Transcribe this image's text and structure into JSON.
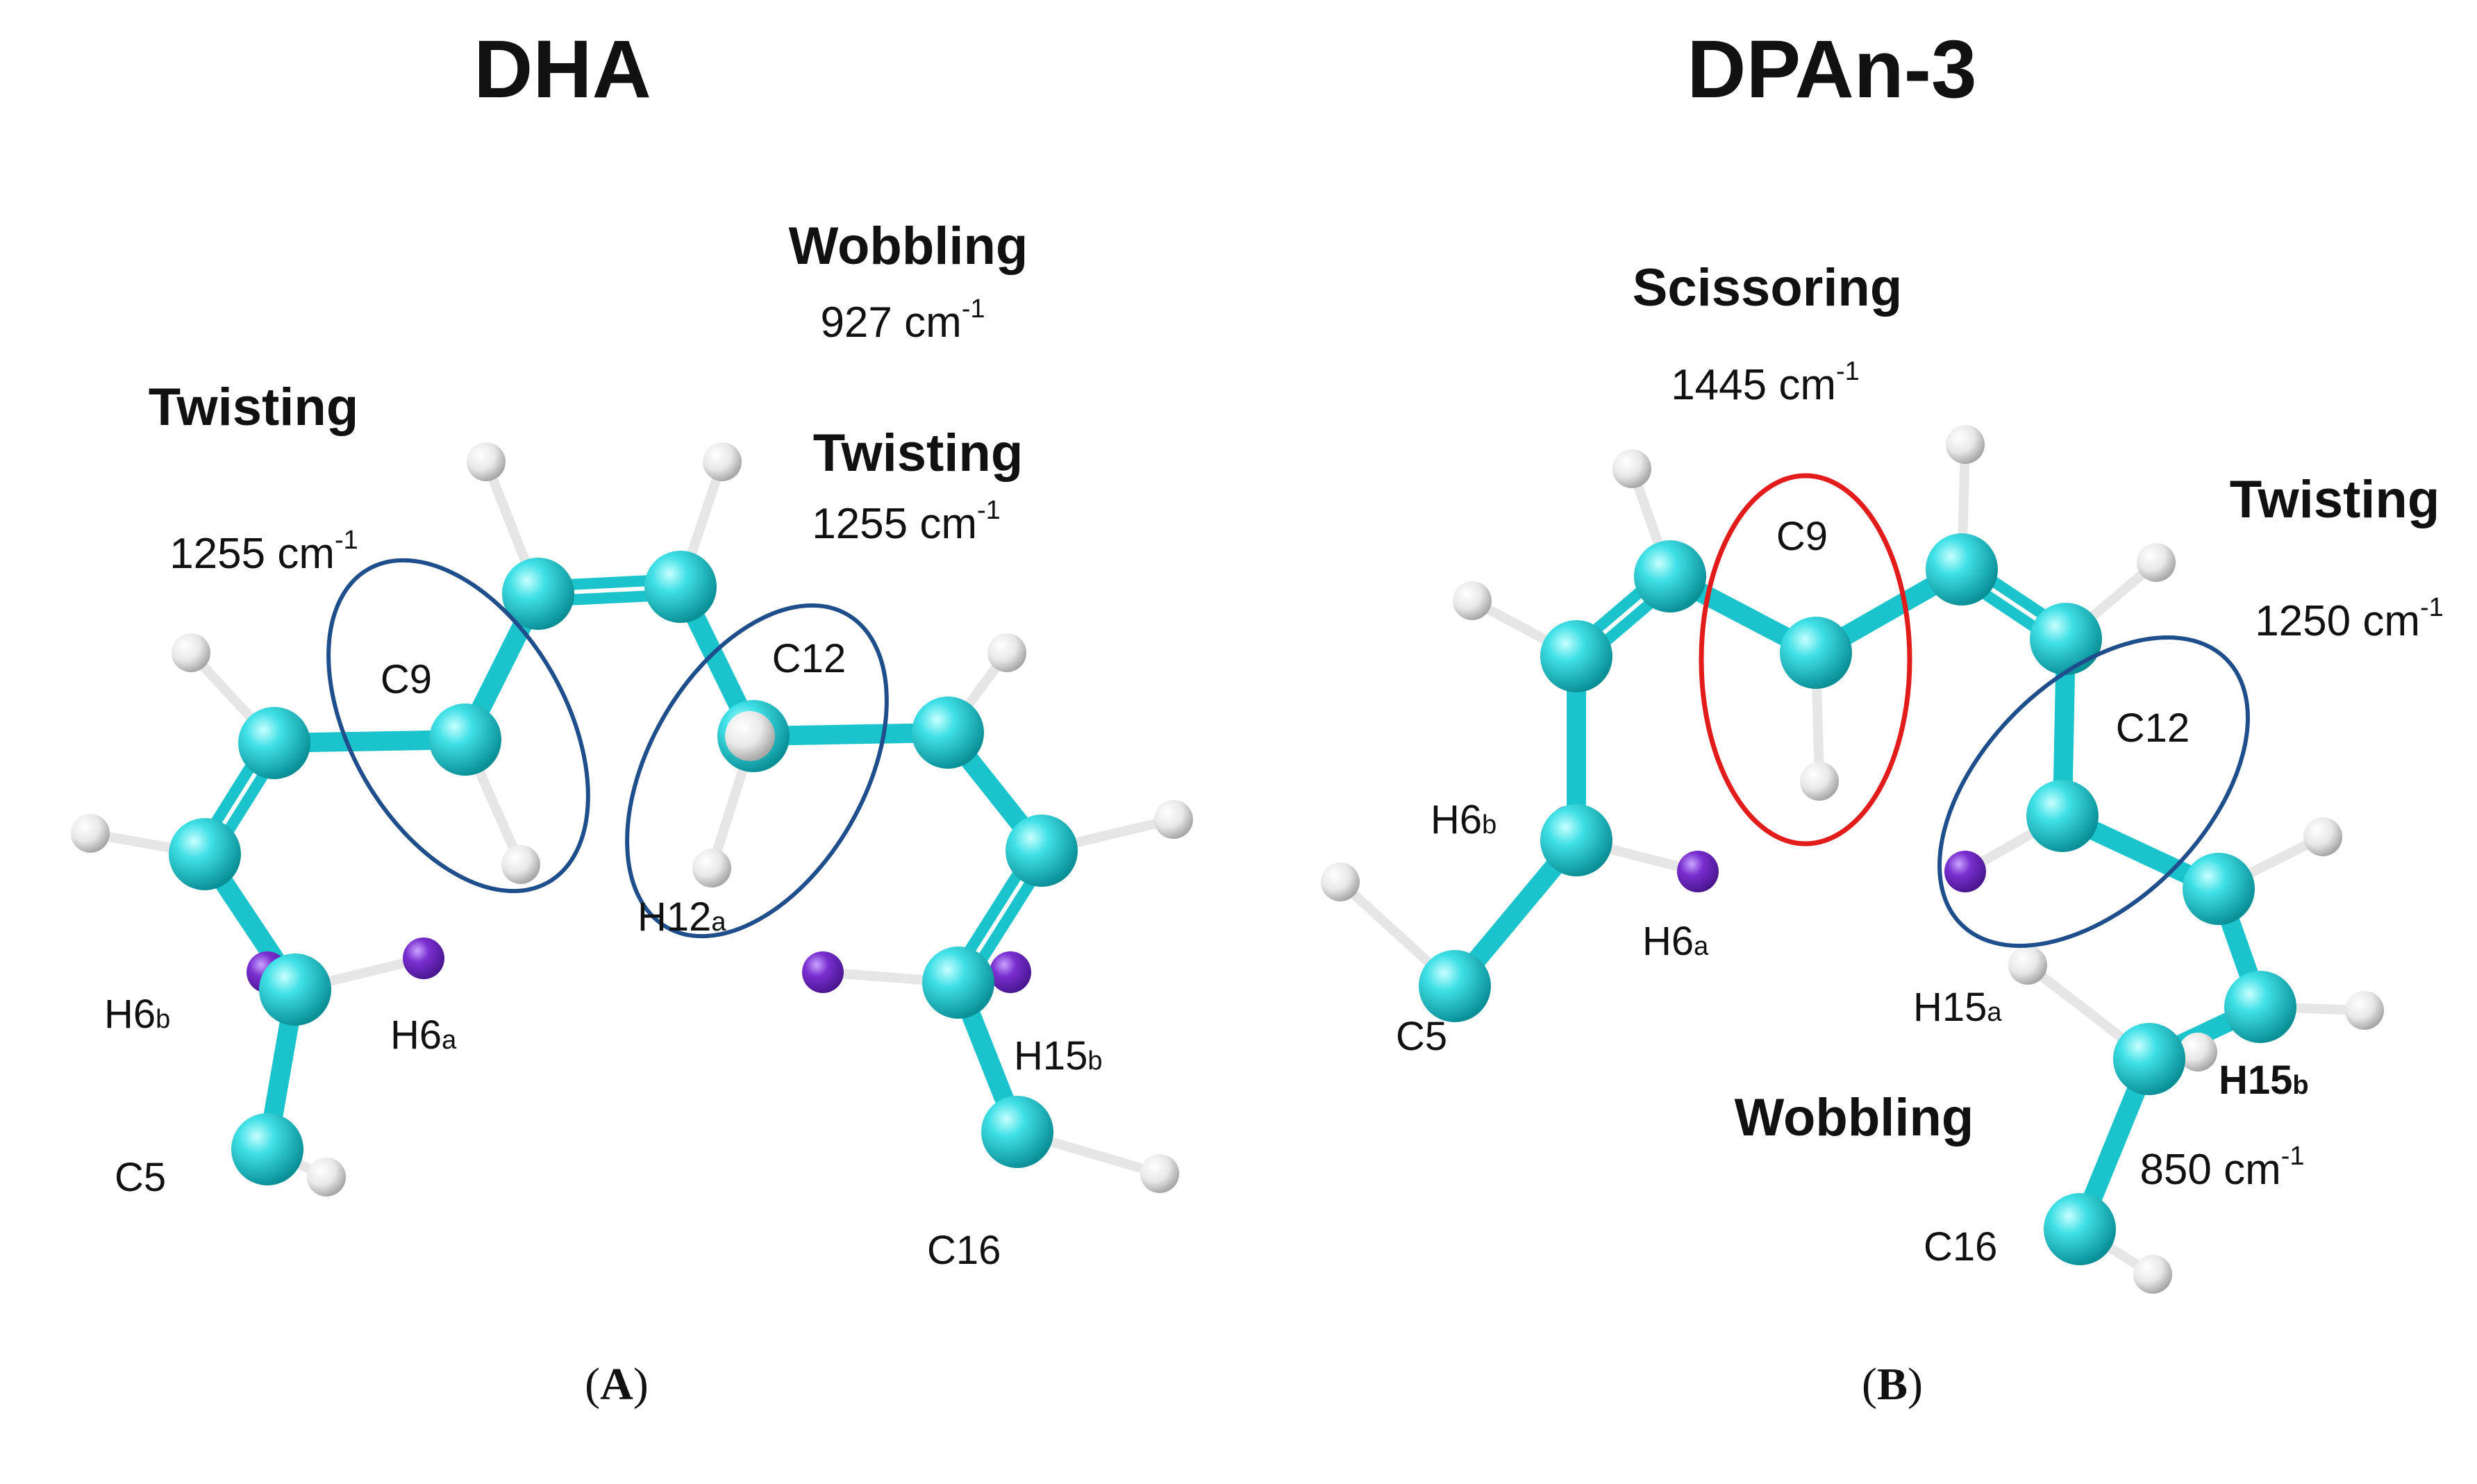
{
  "panels": [
    {
      "id": "A",
      "title": "DHA",
      "label_letter": "A",
      "modes": [
        {
          "name": "Twisting",
          "freq": "1255 cm",
          "exp": "-1"
        },
        {
          "name": "Wobbling",
          "freq": "927 cm",
          "exp": "-1"
        },
        {
          "name": "Twisting",
          "freq": "1255 cm",
          "exp": "-1"
        }
      ],
      "atoms": {
        "c9": "C9",
        "c12": "C12",
        "h12a": {
          "base": "H12",
          "sub": "a"
        },
        "h6b": {
          "base": "H6",
          "sub": "b"
        },
        "h6a": {
          "base": "H6",
          "sub": "a"
        },
        "c5": "C5",
        "h15b": {
          "base": "H15",
          "sub": "b"
        },
        "c16": "C16"
      }
    },
    {
      "id": "B",
      "title": "DPAn-3",
      "label_letter": "B",
      "modes": [
        {
          "name": "Scissoring",
          "freq": "1445 cm",
          "exp": "-1"
        },
        {
          "name": "Twisting",
          "freq": "1250 cm",
          "exp": "-1"
        },
        {
          "name": "Wobbling",
          "freq": "850 cm",
          "exp": "-1"
        }
      ],
      "atoms": {
        "c9": "C9",
        "c12": "C12",
        "h6b": {
          "base": "H6",
          "sub": "b"
        },
        "h6a": {
          "base": "H6",
          "sub": "a"
        },
        "c5": "C5",
        "h15a": {
          "base": "H15",
          "sub": "a"
        },
        "h15b": {
          "base": "H15",
          "sub": "b"
        },
        "c16": "C16"
      }
    }
  ],
  "colors": {
    "carbon": "#1bc4cc",
    "hydrogen": "#e6e6e6",
    "highlight_hydrogen": "#7a2fd0",
    "ellipse_blue": "#1f4e8c",
    "ellipse_red": "#e21b1b"
  }
}
